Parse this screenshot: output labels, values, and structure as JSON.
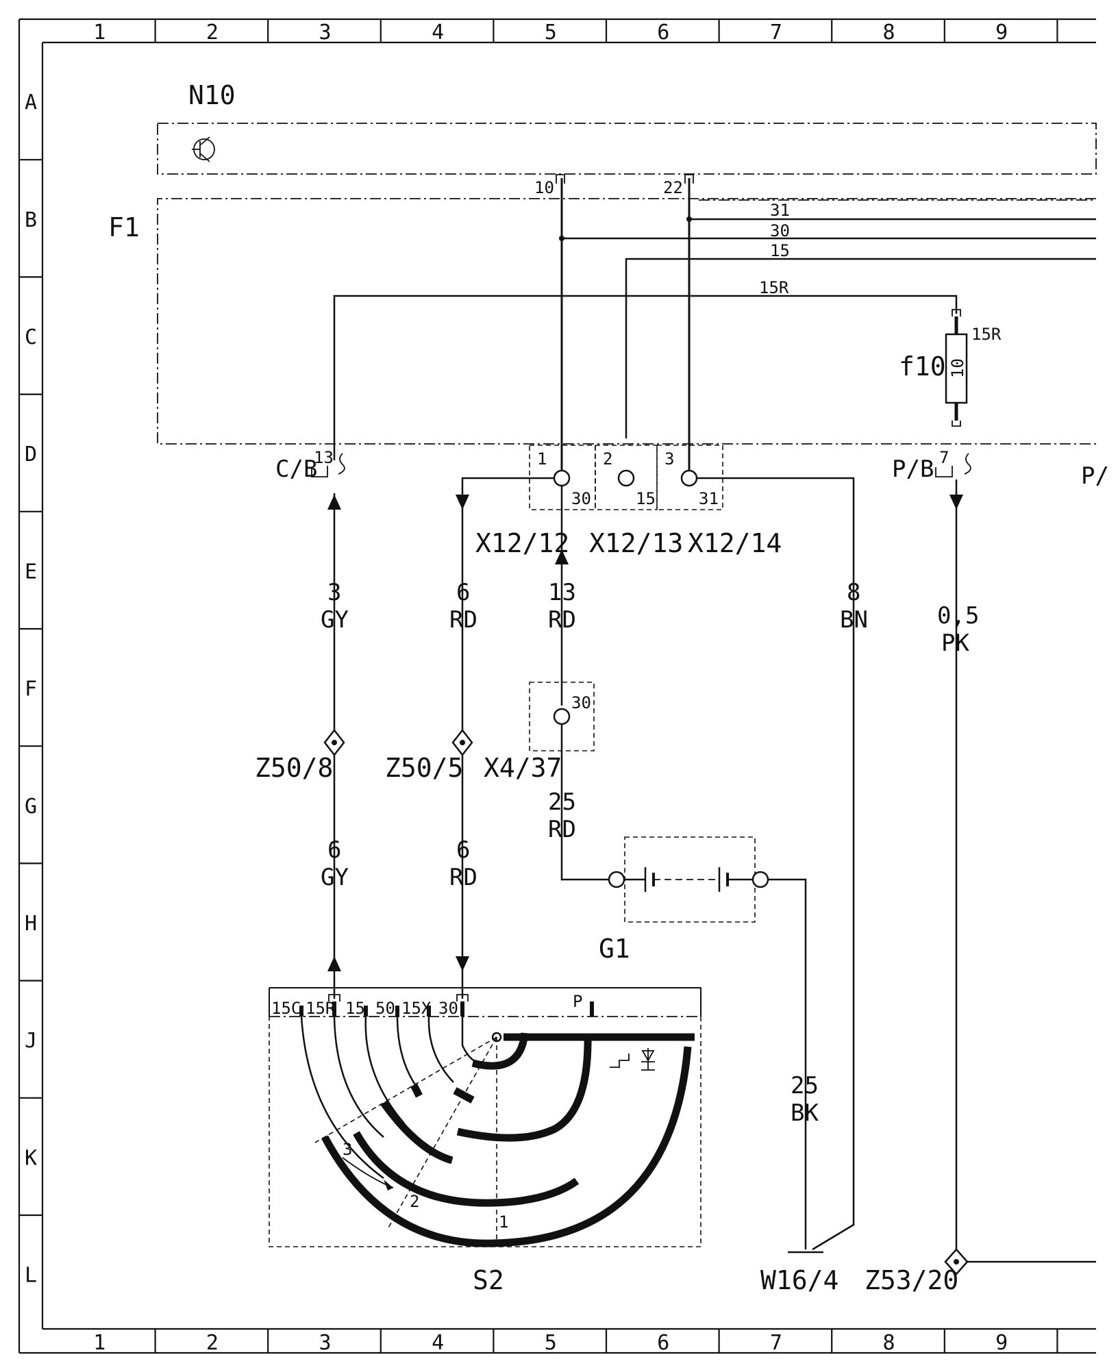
{
  "grid": {
    "columns": [
      "1",
      "2",
      "3",
      "4",
      "5",
      "6",
      "7",
      "8",
      "9"
    ],
    "rows": [
      "A",
      "B",
      "C",
      "D",
      "E",
      "F",
      "G",
      "H",
      "J",
      "K",
      "L"
    ]
  },
  "components": {
    "n10": "N10",
    "f1": "F1",
    "f10": "f10",
    "f10_rating": "10",
    "f10_pin": "15R",
    "g1": "G1",
    "s2": "S2",
    "w16_4": "W16/4",
    "z53_20": "Z53/20",
    "z50_8": "Z50/8",
    "z50_5": "Z50/5",
    "x4_37": "X4/37",
    "x12_12": "X12/12",
    "x12_13": "X12/13",
    "x12_14": "X12/14",
    "cb_connector": "C/B",
    "pb_connector": "P/B",
    "pb_connector_right": "P/"
  },
  "buses": {
    "b31": "31",
    "b30": "30",
    "b15": "15",
    "b15r": "15R"
  },
  "pins": {
    "n10_10": "10",
    "n10_22": "22",
    "cb_13": "13",
    "pb_7": "7",
    "x12_12_num": "1",
    "x12_12_term": "30",
    "x12_13_num": "2",
    "x12_13_term": "15",
    "x12_14_num": "3",
    "x12_14_term": "31",
    "x4_37_term": "30",
    "s2_15c": "15C",
    "s2_15r": "15R",
    "s2_15": "15",
    "s2_50": "50",
    "s2_15x": "15X",
    "s2_30": "30",
    "s2_p": "P",
    "s2_pos1": "1",
    "s2_pos2": "2",
    "s2_pos3": "3"
  },
  "wires": {
    "w1_size": "3",
    "w1_color": "GY",
    "w2_size": "6",
    "w2_color": "RD",
    "w3_size": "13",
    "w3_color": "RD",
    "w4_size": "8",
    "w4_color": "BN",
    "w5_size": "0,5",
    "w5_color": "PK",
    "w6_size": "6",
    "w6_color": "GY",
    "w7_size": "6",
    "w7_color": "RD",
    "w8_size": "25",
    "w8_color": "RD",
    "w9_size": "25",
    "w9_color": "BK"
  }
}
